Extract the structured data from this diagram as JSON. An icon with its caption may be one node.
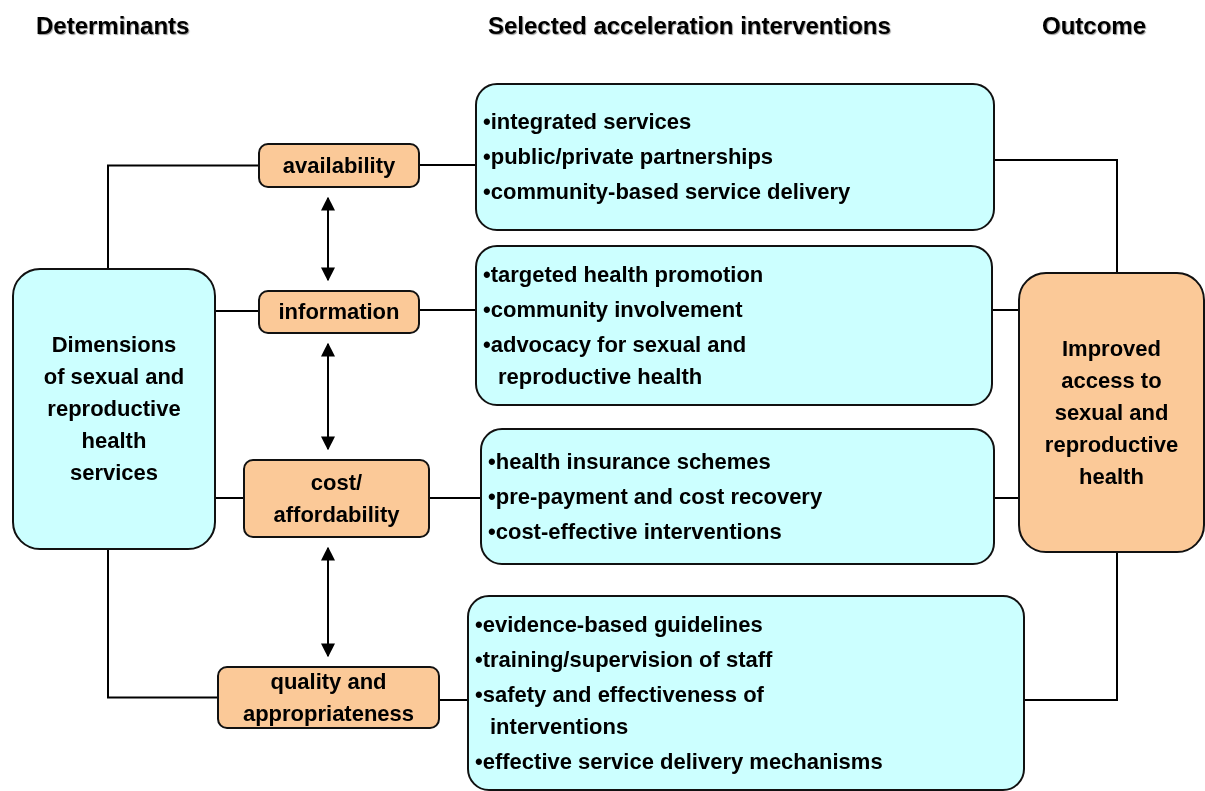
{
  "diagram": {
    "nodes": [
      {
        "text": [
          "Dimensions of sexual and reproductive health services"
        ]
      },
      {
        "text": [
          "availability"
        ]
      },
      {
        "text": [
          "information"
        ]
      },
      {
        "text": [
          "cost/ affordability"
        ]
      },
      {
        "text": [
          "quality and appropriateness"
        ]
      },
      {
        "text": [
          "•integrated services",
          "•public/private partnerships",
          "•community-based service delivery"
        ]
      },
      {
        "text": [
          "•targeted health promotion",
          "•community involvement",
          "•advocacy for sexual and reproductive health"
        ]
      },
      {
        "text": [
          "•health insurance schemes",
          "•pre-payment and cost recovery",
          "•cost-effective interventions"
        ]
      },
      {
        "text": [
          "•evidence-based guidelines",
          "•training/supervision of staff",
          "•safety and effectiveness of interventions",
          "•effective service delivery mechanisms"
        ]
      },
      {
        "text": [
          "Improved access to sexual and reproductive health"
        ]
      }
    ],
    "edges": [
      {
        "from": 0,
        "to": 1,
        "arrow": "none"
      },
      {
        "from": 0,
        "to": 2,
        "arrow": "none"
      },
      {
        "from": 0,
        "to": 3,
        "arrow": "none"
      },
      {
        "from": 0,
        "to": 4,
        "arrow": "none"
      },
      {
        "from": 1,
        "to": 5,
        "arrow": "none"
      },
      {
        "from": 2,
        "to": 6,
        "arrow": "none"
      },
      {
        "from": 3,
        "to": 7,
        "arrow": "none"
      },
      {
        "from": 4,
        "to": 8,
        "arrow": "none"
      },
      {
        "from": 5,
        "to": 9,
        "arrow": "none"
      },
      {
        "from": 6,
        "to": 9,
        "arrow": "none"
      },
      {
        "from": 7,
        "to": 9,
        "arrow": "none"
      },
      {
        "from": 8,
        "to": 9,
        "arrow": "none"
      },
      {
        "from": 1,
        "to": 2,
        "arrow": "both"
      },
      {
        "from": 2,
        "to": 3,
        "arrow": "both"
      },
      {
        "from": 3,
        "to": 4,
        "arrow": "both"
      }
    ],
    "labels": [
      "Determinants",
      "Selected acceleration interventions",
      "Outcome"
    ]
  }
}
